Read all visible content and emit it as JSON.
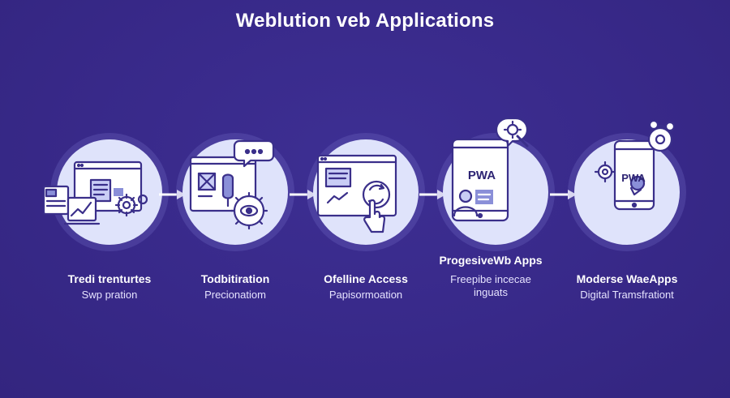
{
  "title": "Weblution veb Applications",
  "colors": {
    "background": "#382989",
    "circle_fill": "#dfe3fb",
    "icon_stroke": "#3a2f8a",
    "arrow": "#ffffff"
  },
  "stages": [
    {
      "title": "Tredi trenturtes",
      "subtitle": "Swp pration",
      "icon": "desktop-window-chart-icon"
    },
    {
      "title": "Todbitiration",
      "subtitle": "Precionatiom",
      "icon": "browser-gear-chat-icon"
    },
    {
      "title": "Ofelline Access",
      "subtitle": "Papisormoation",
      "icon": "browser-touch-sync-icon"
    },
    {
      "title": "ProgesiveWb Apps",
      "subtitle": "Freepibe incecae\ninguats",
      "icon": "pwa-tablet-user-icon",
      "badge": "PWA"
    },
    {
      "title": "Moderse WaeApps",
      "subtitle": "Digital Tramsfrationt",
      "icon": "pwa-phone-gear-icon",
      "badge": "PWA"
    }
  ]
}
